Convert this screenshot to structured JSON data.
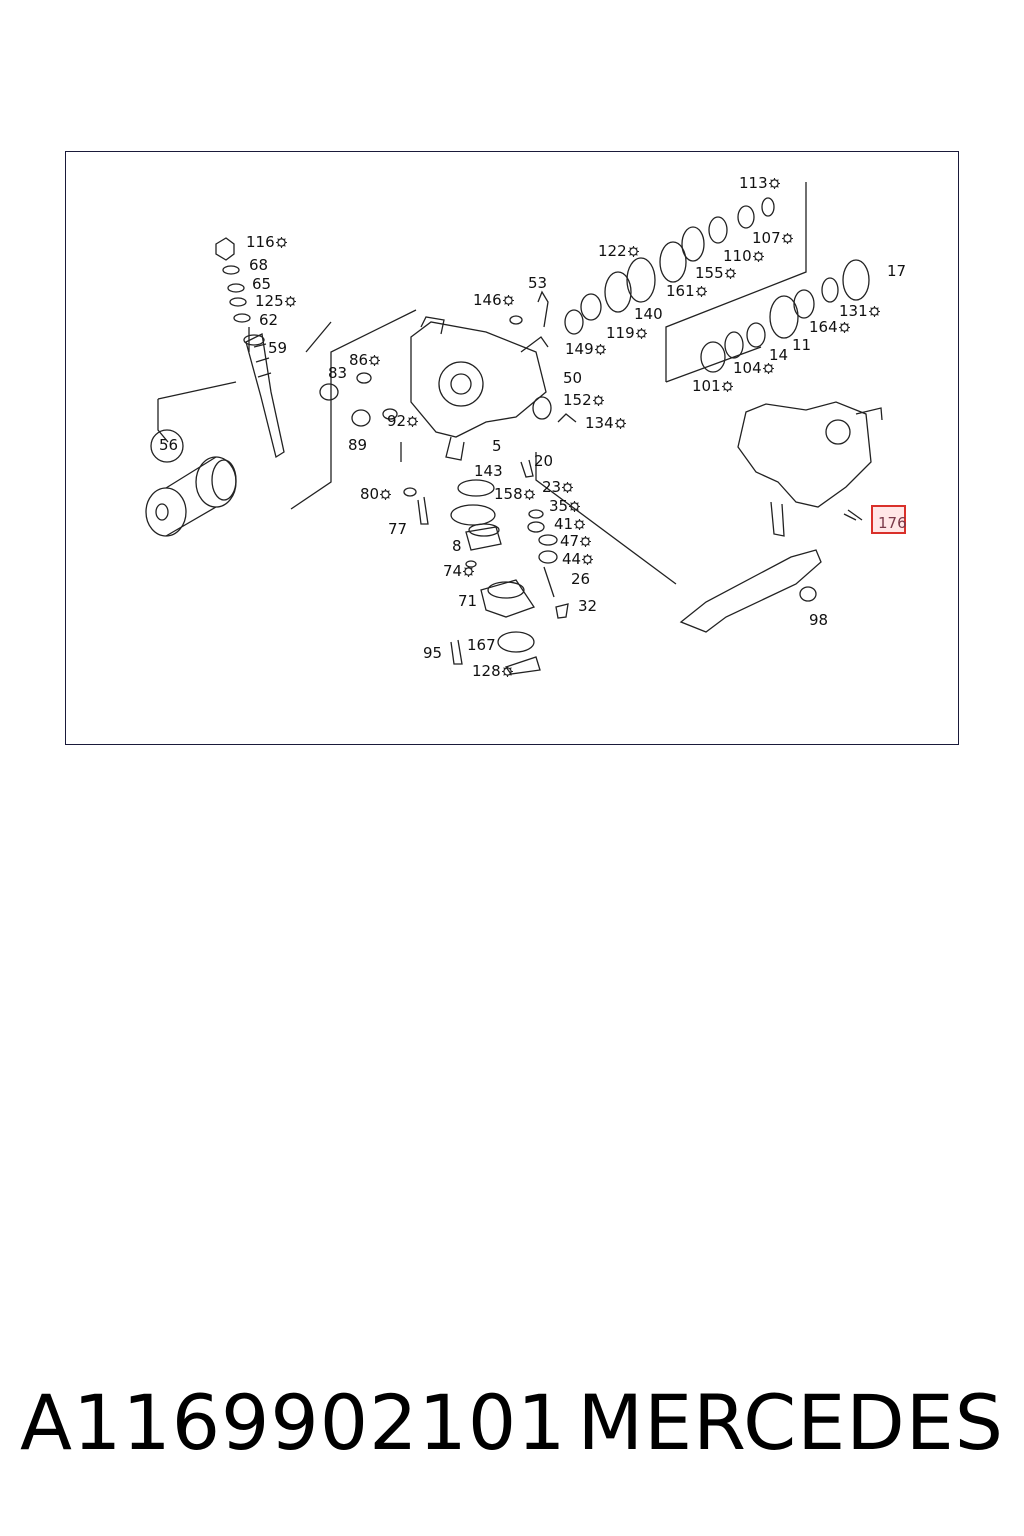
{
  "footer": {
    "part_number": "A1169902101",
    "brand": "MERCEDES"
  },
  "highlight": {
    "label": "176",
    "color": "#d9302a"
  },
  "callouts": [
    {
      "label": "113",
      "kit": true
    },
    {
      "label": "107",
      "kit": true
    },
    {
      "label": "110",
      "kit": true
    },
    {
      "label": "122",
      "kit": true
    },
    {
      "label": "155",
      "kit": true
    },
    {
      "label": "161",
      "kit": true
    },
    {
      "label": "17",
      "kit": false
    },
    {
      "label": "131",
      "kit": true
    },
    {
      "label": "164",
      "kit": true
    },
    {
      "label": "11",
      "kit": false
    },
    {
      "label": "14",
      "kit": false
    },
    {
      "label": "104",
      "kit": true
    },
    {
      "label": "101",
      "kit": true
    },
    {
      "label": "116",
      "kit": true
    },
    {
      "label": "68",
      "kit": false
    },
    {
      "label": "65",
      "kit": false
    },
    {
      "label": "125",
      "kit": true
    },
    {
      "label": "62",
      "kit": false
    },
    {
      "label": "59",
      "kit": false
    },
    {
      "label": "56",
      "kit": false
    },
    {
      "label": "146",
      "kit": true
    },
    {
      "label": "53",
      "kit": false
    },
    {
      "label": "140",
      "kit": false
    },
    {
      "label": "119",
      "kit": true
    },
    {
      "label": "149",
      "kit": true
    },
    {
      "label": "86",
      "kit": true
    },
    {
      "label": "83",
      "kit": false
    },
    {
      "label": "92",
      "kit": true
    },
    {
      "label": "89",
      "kit": false
    },
    {
      "label": "50",
      "kit": false
    },
    {
      "label": "152",
      "kit": true
    },
    {
      "label": "134",
      "kit": true
    },
    {
      "label": "5",
      "kit": false
    },
    {
      "label": "143",
      "kit": false
    },
    {
      "label": "20",
      "kit": false
    },
    {
      "label": "158",
      "kit": true
    },
    {
      "label": "23",
      "kit": true
    },
    {
      "label": "80",
      "kit": true
    },
    {
      "label": "35",
      "kit": true
    },
    {
      "label": "77",
      "kit": false
    },
    {
      "label": "41",
      "kit": true
    },
    {
      "label": "47",
      "kit": true
    },
    {
      "label": "8",
      "kit": false
    },
    {
      "label": "44",
      "kit": true
    },
    {
      "label": "74",
      "kit": true
    },
    {
      "label": "26",
      "kit": false
    },
    {
      "label": "71",
      "kit": false
    },
    {
      "label": "32",
      "kit": false
    },
    {
      "label": "98",
      "kit": false
    },
    {
      "label": "167",
      "kit": false
    },
    {
      "label": "95",
      "kit": false
    },
    {
      "label": "128",
      "kit": true
    }
  ]
}
